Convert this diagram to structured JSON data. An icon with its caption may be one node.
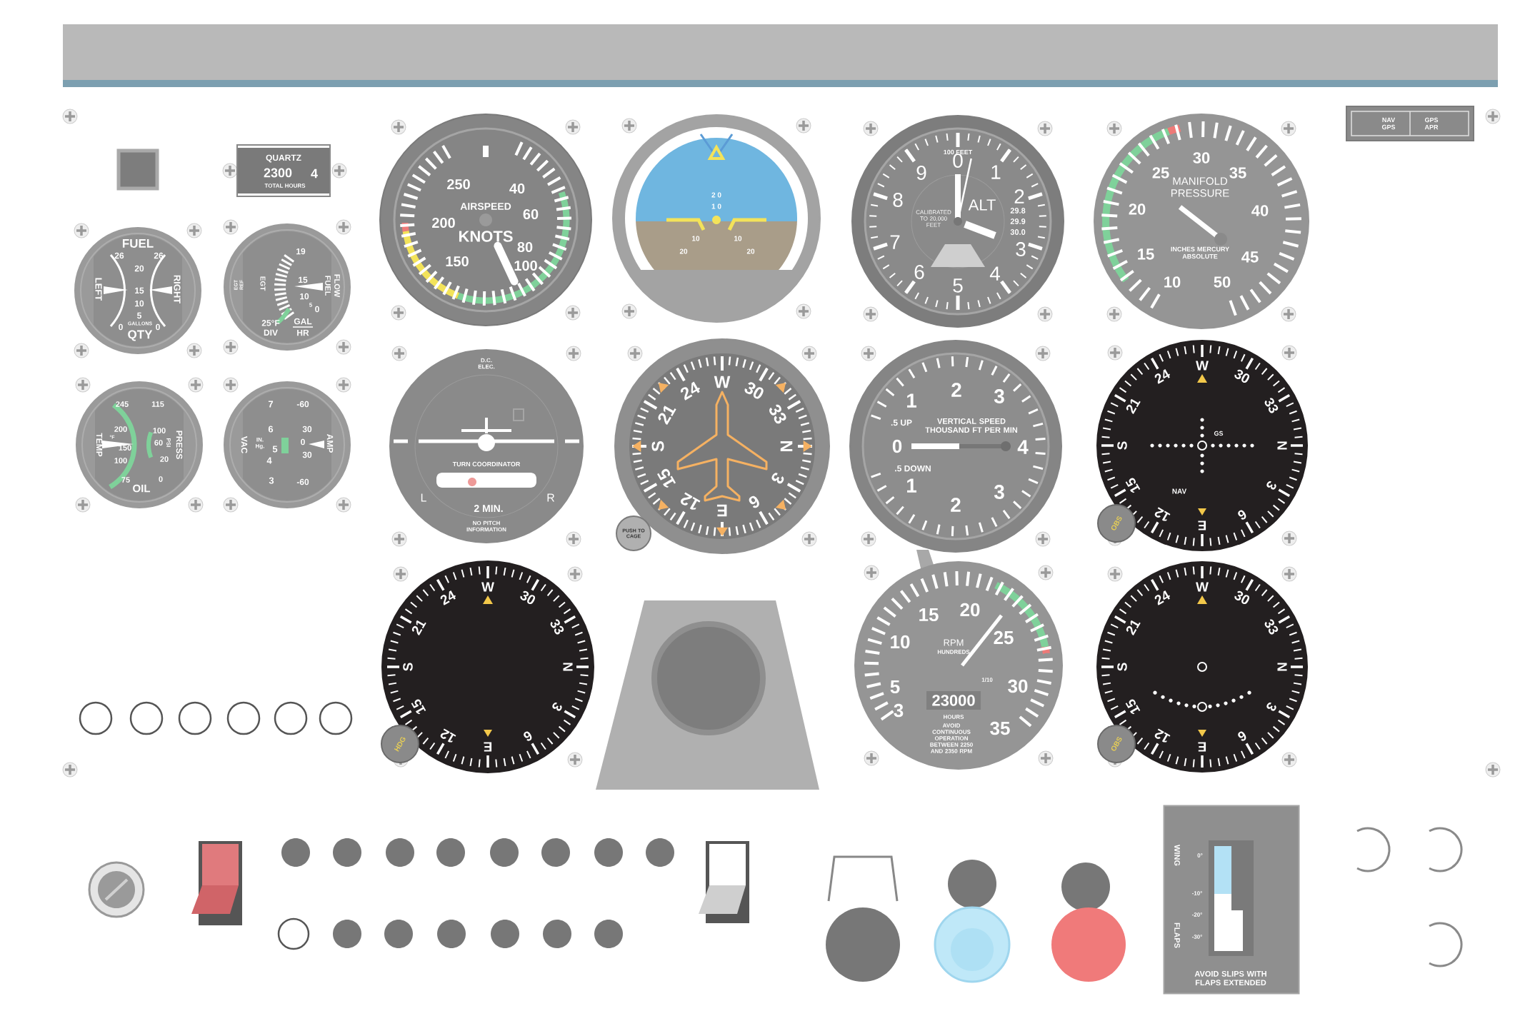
{
  "diagram": {
    "nodes": [
      {
        "text": [
          "QUARTZ",
          "2300",
          "4",
          "TOTAL HOURS"
        ]
      },
      {
        "text": [
          "250",
          "40",
          "60",
          "200",
          "80",
          "150",
          "100",
          "AIRSPEED",
          "KNOTS"
        ]
      },
      {
        "text": [
          "2 0",
          "1 0",
          "10",
          "10",
          "20",
          "20"
        ]
      },
      {
        "text": [
          "100 FEET",
          "0",
          "1",
          "2",
          "3",
          "4",
          "5",
          "6",
          "7",
          "8",
          "9",
          "ALT",
          "CALIBRATED TO 20,000 FEET",
          "29.8",
          "29.9",
          "30.0"
        ]
      },
      {
        "text": [
          "30",
          "25",
          "35",
          "MANIFOLD PRESSURE",
          "20",
          "40",
          "INCHES MERCURY ABSOLUTE",
          "15",
          "45",
          "10",
          "50"
        ]
      },
      {
        "text": [
          "NAV GPS",
          "GPS APR"
        ]
      },
      {
        "text": [
          "FUEL",
          "26",
          "26",
          "20",
          "LEFT",
          "15",
          "RIGHT",
          "10",
          "5",
          "0",
          "GALLONS",
          "0",
          "QTY"
        ]
      },
      {
        "text": [
          "19",
          "EGT REF",
          "EGT",
          "15",
          "FUEL",
          "FLOW",
          "10",
          "5",
          "0",
          "25°F DIV",
          "GAL",
          "HR"
        ]
      },
      {
        "text": [
          "245",
          "115",
          "200",
          "100",
          "TEMP",
          "°F",
          "60",
          "PSI",
          "PRESS",
          "150",
          "100",
          "20",
          "75",
          "0",
          "OIL"
        ]
      },
      {
        "text": [
          "7",
          "-60",
          "6",
          "30",
          "VAC",
          "IN. Hg.",
          "0",
          "AMP",
          "5",
          "30",
          "4",
          "3",
          "-60"
        ]
      },
      {
        "text": [
          "D.C. ELEC.",
          "TURN COORDINATOR",
          "L",
          "R",
          "2 MIN.",
          "NO PITCH INFORMATION"
        ]
      },
      {
        "text": [
          "W",
          "30",
          "33",
          "N",
          "3",
          "6",
          "E",
          "12",
          "15",
          "S",
          "21",
          "24"
        ]
      },
      {
        "text": [
          "PUSH TO CAGE"
        ]
      },
      {
        "text": [
          "2",
          "1",
          "3",
          ".5 UP",
          "VERTICAL SPEED THOUSAND FT PER MIN",
          "0",
          "4",
          ".5 DOWN",
          "1",
          "3",
          "2"
        ]
      },
      {
        "text": [
          "W",
          "30",
          "33",
          "N",
          "3",
          "6",
          "E",
          "12",
          "15",
          "S",
          "21",
          "24",
          "GS",
          "NAV"
        ]
      },
      {
        "text": [
          "OBS"
        ]
      },
      {
        "text": [
          "W",
          "30",
          "33",
          "N",
          "3",
          "6",
          "E",
          "12",
          "15",
          "S",
          "21",
          "24"
        ]
      },
      {
        "text": [
          "HDG"
        ]
      },
      {
        "text": [
          "15",
          "20",
          "10",
          "25",
          "RPM",
          "HUNDREDS",
          "5",
          "1/10",
          "30",
          "3",
          "23000",
          "HOURS",
          "35",
          "AVOID CONTINUOUS OPERATION BETWEEN 2250 AND 2350 RPM"
        ]
      },
      {
        "text": [
          "W",
          "30",
          "33",
          "N",
          "3",
          "6",
          "E",
          "12",
          "15",
          "S",
          "21",
          "24"
        ]
      },
      {
        "text": [
          "OBS"
        ]
      },
      {
        "text": [
          "WING",
          "FLAPS",
          "0°",
          "-10°",
          "-20°",
          "-30°",
          "AVOID SLIPS WITH FLAPS EXTENDED"
        ]
      }
    ]
  }
}
